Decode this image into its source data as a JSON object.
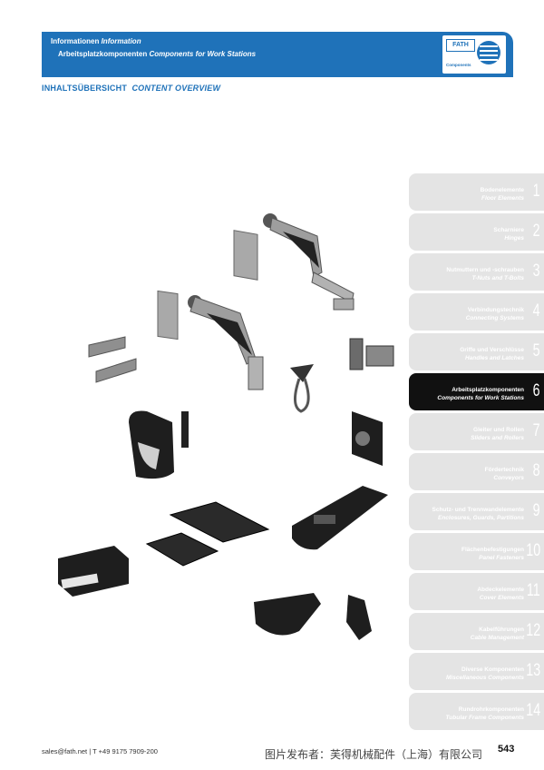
{
  "header": {
    "line1_de": "Informationen",
    "line1_en": "Information",
    "line2_de": "Arbeitsplatzkomponenten",
    "line2_en": "Components for Work Stations",
    "logo_text": "FATH",
    "logo_sub": "Components"
  },
  "title": {
    "de": "INHALTSÜBERSICHT",
    "en": "CONTENT OVERVIEW"
  },
  "tabs": [
    {
      "de": "Bodenelemente",
      "en": "Floor Elements",
      "num": "1"
    },
    {
      "de": "Scharniere",
      "en": "Hinges",
      "num": "2"
    },
    {
      "de": "Nutmuttern und -schrauben",
      "en": "T-Nuts and T-Bolts",
      "num": "3"
    },
    {
      "de": "Verbindungstechnik",
      "en": "Connecting Systems",
      "num": "4"
    },
    {
      "de": "Griffe und Verschlüsse",
      "en": "Handles and Latches",
      "num": "5"
    },
    {
      "de": "Arbeitsplatzkomponenten",
      "en": "Components for Work Stations",
      "num": "6"
    },
    {
      "de": "Gleiter und Rollen",
      "en": "Sliders and Rollers",
      "num": "7"
    },
    {
      "de": "Fördertechnik",
      "en": "Conveyors",
      "num": "8"
    },
    {
      "de": "Schutz- und Trennwandelemente",
      "en": "Enclosures, Guards, Partitions",
      "num": "9"
    },
    {
      "de": "Flächenbefestigungen",
      "en": "Panel Fasteners",
      "num": "10"
    },
    {
      "de": "Abdeckelemente",
      "en": "Cover Elements",
      "num": "11"
    },
    {
      "de": "Kabelführungen",
      "en": "Cable Management",
      "num": "12"
    },
    {
      "de": "Diverse Komponenten",
      "en": "Miscellaneous Components",
      "num": "13"
    },
    {
      "de": "Rundrohrkomponenten",
      "en": "Tubular Frame Components",
      "num": "14"
    }
  ],
  "active_tab": "6",
  "colors": {
    "brand_blue": "#1f72b9",
    "tab_gray": "#e4e4e4",
    "tab_active": "#111111"
  },
  "footer": {
    "contact": "sales@fath.net | T +49 9175 7909-200",
    "page": "543",
    "watermark": "图片发布者：芙得机械配件（上海）有限公司"
  }
}
